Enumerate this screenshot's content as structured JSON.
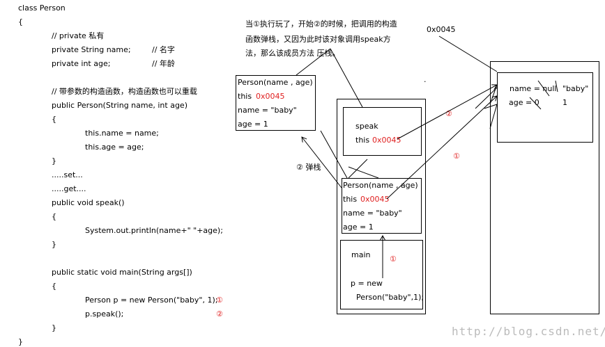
{
  "code": {
    "lines": [
      "class Person",
      "{",
      "// private 私有",
      "private String name;",
      "// 名字",
      "private int age;",
      "// 年龄",
      "// 带参数的构造函数，构造函数也可以重载",
      "public Person(String name, int age)",
      "{",
      "this.name = name;",
      "this.age = age;",
      "}",
      ".....set...",
      ".....get....",
      "public void speak()",
      "{",
      "System.out.println(name+\" \"+age);",
      "}",
      "public static void main(String args[])",
      "{",
      "Person p = new Person(\"baby\", 1);",
      "①",
      "p.speak();",
      "②",
      "}",
      "}"
    ]
  },
  "annotation": {
    "line1": "当①执行玩了，开始②的时候，把调用的构造",
    "line2": "函数弹栈，又因为此时该对象调用speak方",
    "line3": "法，那么该成员方法        压栈。"
  },
  "popped_frame": {
    "header": "Person(name , age)",
    "this_label": "this",
    "this_value": "0x0045",
    "name_line": "name = \"baby\"",
    "age_line": "age = 1"
  },
  "pop_label": "② 弹栈",
  "stack": {
    "speak_frame": {
      "label": "speak",
      "this_label": "this",
      "this_value": "0x0045"
    },
    "ctor_frame": {
      "header": "Person(name , age)",
      "this_label": "this",
      "this_value": "0x0045",
      "name_line": "name = \"baby\"",
      "age_line": "age = 1"
    },
    "main_frame": {
      "label": "main",
      "marker": "①",
      "p_line1": "p = new",
      "p_line2": "Person(\"baby\",1);"
    },
    "dot": "."
  },
  "heap": {
    "address": "0x0045",
    "name_line": "name = null",
    "name_new": "\"baby\"",
    "age_line": "age = 0",
    "age_new": "1"
  },
  "markers": {
    "two": "②",
    "one": "①"
  },
  "watermark": "http://blog.csdn.net/"
}
